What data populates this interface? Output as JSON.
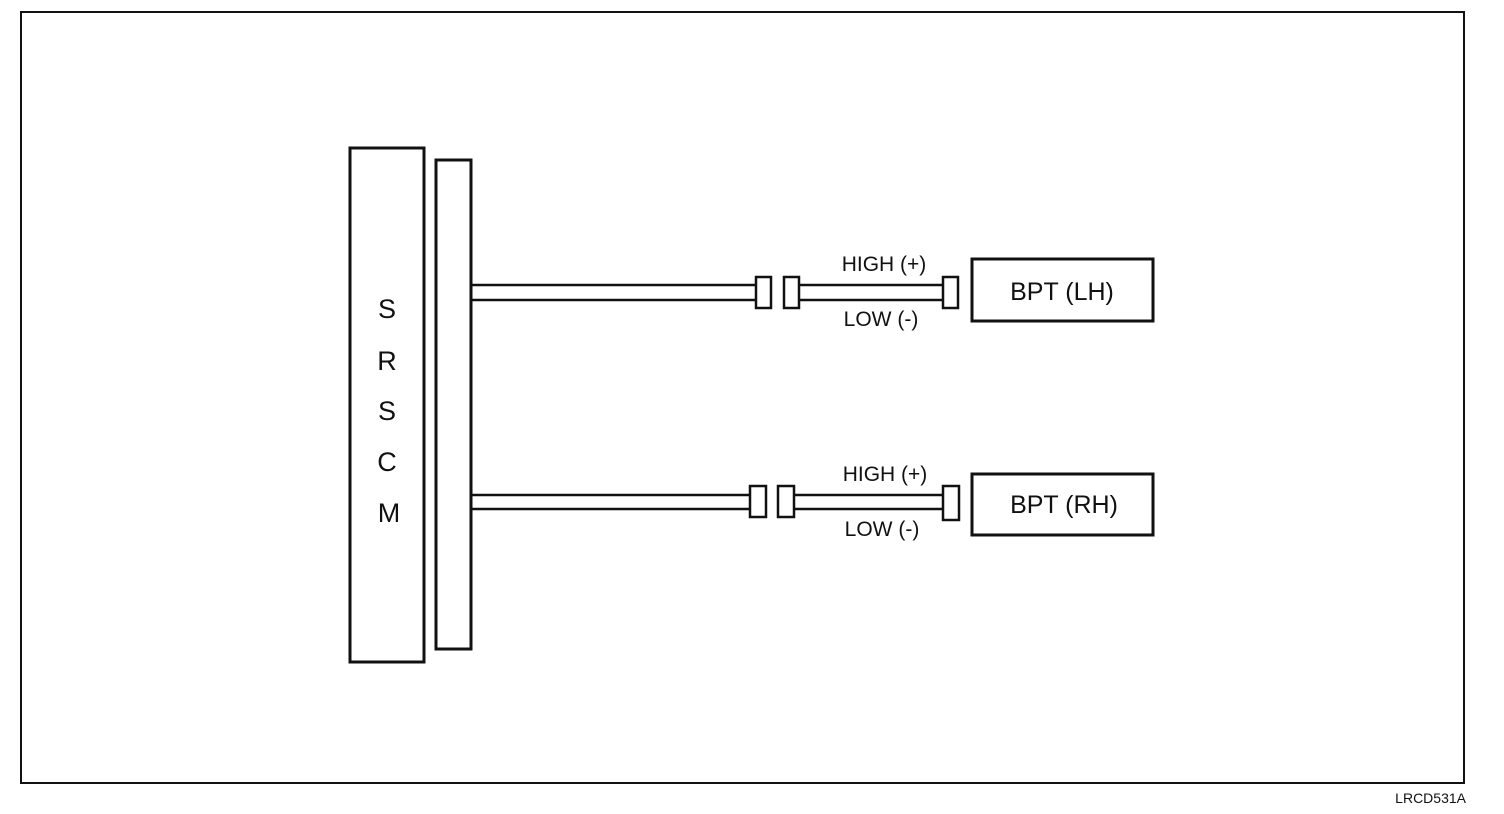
{
  "module": {
    "letters": [
      "S",
      "R",
      "S",
      "C",
      "M"
    ]
  },
  "channels": [
    {
      "high_label": "HIGH (+)",
      "low_label": "LOW (-)",
      "device_label": "BPT (LH)"
    },
    {
      "high_label": "HIGH (+)",
      "low_label": "LOW (-)",
      "device_label": "BPT (RH)"
    }
  ],
  "figure_code": "LRCD531A",
  "colors": {
    "line": "#111111",
    "background": "#ffffff"
  }
}
